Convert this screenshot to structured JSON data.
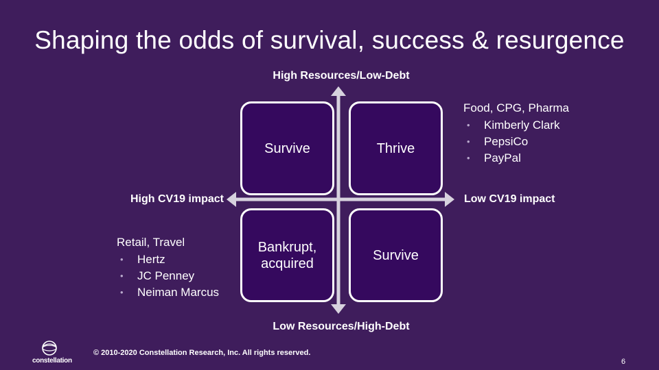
{
  "slide": {
    "title": "Shaping the odds of survival, success & resurgence",
    "page_number": "6"
  },
  "axes": {
    "top": "High Resources/Low-Debt",
    "bottom": "Low Resources/High-Debt",
    "left": "High CV19 impact",
    "right": "Low CV19 impact"
  },
  "quadrants": {
    "top_left": "Survive",
    "top_right": "Thrive",
    "bottom_left": "Bankrupt, acquired",
    "bottom_right": "Survive"
  },
  "notes": {
    "top_right": {
      "heading": "Food, CPG, Pharma",
      "items": [
        "Kimberly Clark",
        "PepsiCo",
        "PayPal"
      ]
    },
    "bottom_left": {
      "heading": "Retail, Travel",
      "items": [
        "Hertz",
        "JC Penney",
        "Neiman Marcus"
      ]
    }
  },
  "footer": {
    "logo_text": "constellation",
    "copyright": "© 2010-2020 Constellation Research, Inc. All rights reserved."
  },
  "colors": {
    "background": "#3f1d5c",
    "quadrant_fill": "#35095e",
    "axis": "#d7d2de",
    "bullet": "#b9a9cc"
  }
}
